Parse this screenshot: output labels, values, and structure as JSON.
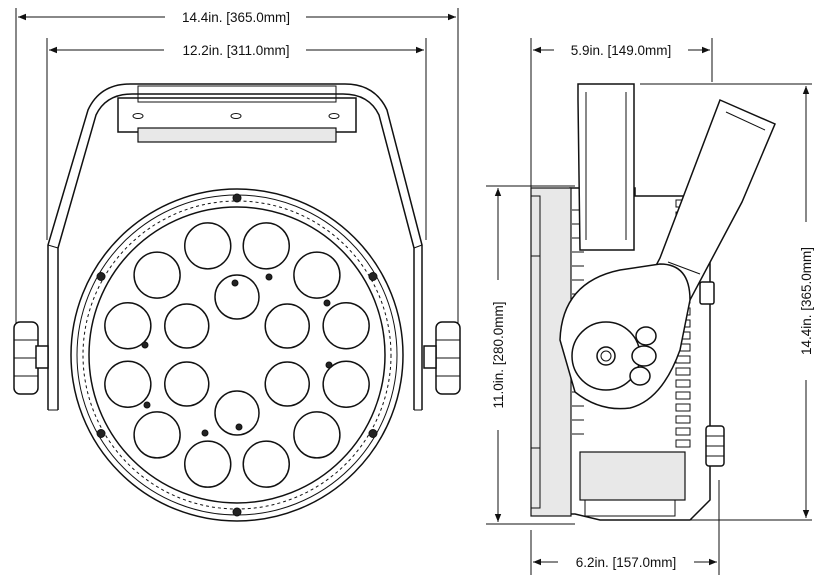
{
  "dimensions": {
    "front_overall_width": "14.4in. [365.0mm]",
    "front_yoke_width": "12.2in. [311.0mm]",
    "side_top_depth": "5.9in. [149.0mm]",
    "side_bottom_depth": "6.2in. [157.0mm]",
    "side_body_height": "11.0in. [280.0mm]",
    "side_overall_height": "14.4in. [365.0mm]"
  },
  "colors": {
    "line": "#111111",
    "background": "#ffffff",
    "shade": "#e8e8e8"
  }
}
